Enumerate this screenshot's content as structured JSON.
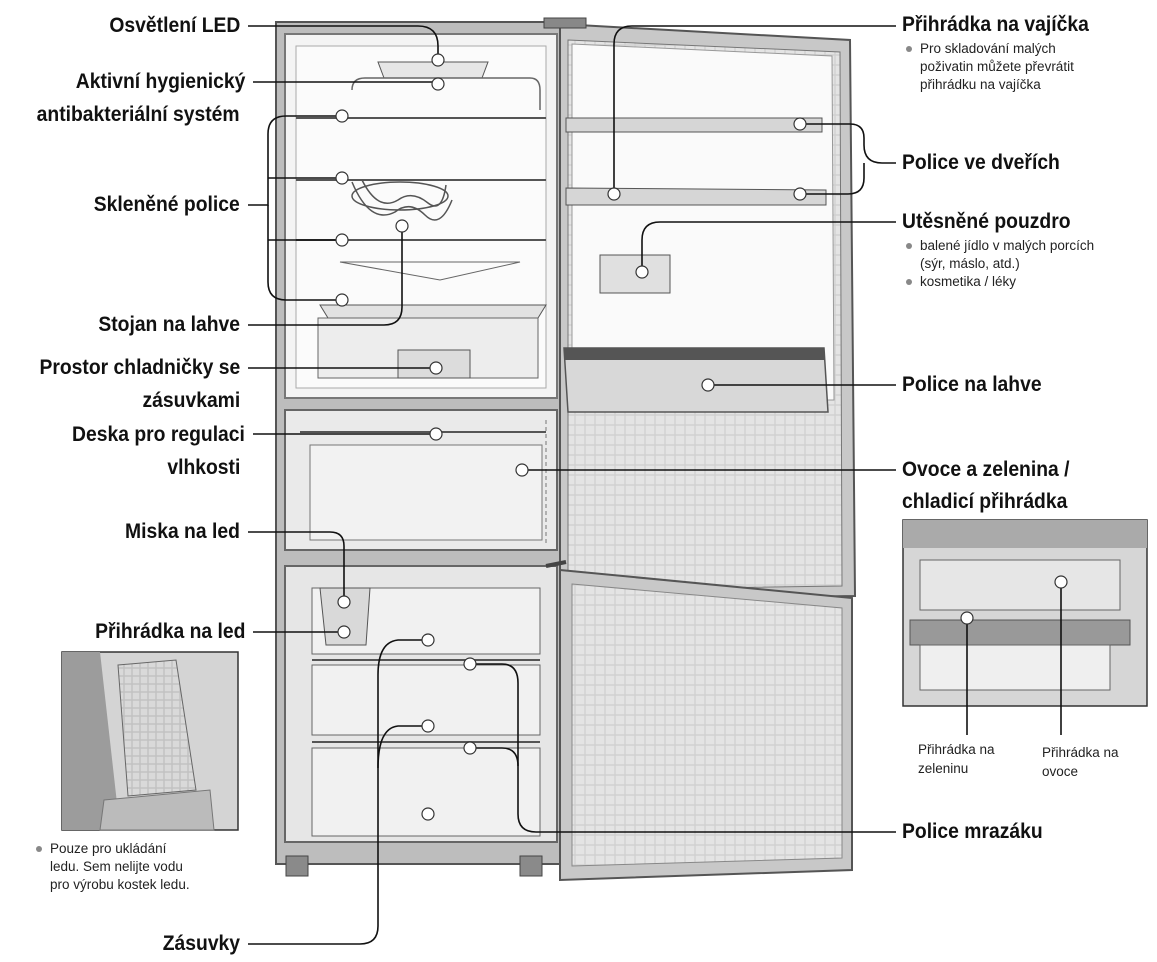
{
  "labels": {
    "led": "Osvětlení LED",
    "hygiene_1": "Aktivní hygienický",
    "hygiene_2": "antibakteriální systém",
    "glass_shelves": "Skleněné police",
    "bottle_rack": "Stojan na lahve",
    "drawer_space_1": "Prostor chladničky se",
    "drawer_space_2": "zásuvkami",
    "humidity_1": "Deska pro regulaci",
    "humidity_2": "vlhkosti",
    "ice_tray": "Miska na led",
    "ice_box": "Přihrádka na led",
    "drawers": "Zásuvky",
    "egg_tray": "Přihrádka na vajíčka",
    "door_shelves": "Police ve dveřích",
    "sealed_case": "Utěsněné pouzdro",
    "bottle_shelf": "Police na lahve",
    "fruit_veg_1": "Ovoce a zelenina /",
    "fruit_veg_2": "chladicí přihrádka",
    "freezer_shelves": "Police mrazáku"
  },
  "notes": {
    "egg": [
      "Pro skladování malých",
      "poživatin můžete převrátit",
      "přihrádku na vajíčka"
    ],
    "sealed": [
      "balené jídlo v malých porcích",
      "(sýr, máslo, atd.)",
      "kosmetika / léky"
    ],
    "ice": [
      "Pouze pro ukládání",
      "ledu. Sem nelijte vodu",
      "pro výrobu kostek ledu."
    ]
  },
  "inset_labels": {
    "veg_1": "Přihrádka na",
    "veg_2": "zeleninu",
    "fruit_1": "Přihrádka na",
    "fruit_2": "ovoce"
  }
}
